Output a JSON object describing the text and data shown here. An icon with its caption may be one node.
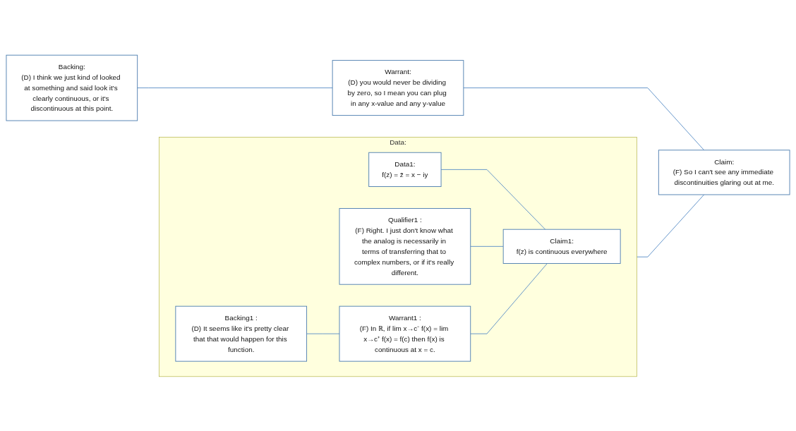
{
  "diagram": {
    "nodes": [
      {
        "text": [
          "Data:"
        ]
      },
      {
        "text": [
          "Qualifier1 :",
          "(F) Right. I just don't know what the analog is necessarily in terms of transferring that to complex numbers, or if it's really different."
        ],
        "in": 0
      },
      {
        "text": [
          "Data1:",
          "f(z) = z̄ = x − iy"
        ],
        "in": 0
      },
      {
        "text": [
          "Claim1:",
          "f(z) is continuous everywhere"
        ],
        "in": 0
      },
      {
        "text": [
          "Warrant1 :",
          "(F) In ℝ, if lim x→c⁻ f(x) = lim x→c⁺ f(x) = f(c) then f(x) is continuous at x = c."
        ],
        "in": 0
      },
      {
        "text": [
          "Backing1 :",
          "(D) It seems like it's pretty clear that that would happen for this function."
        ],
        "in": 0
      },
      {
        "text": [
          "Claim:",
          "(F) So I can't see any immediate discontinuities glaring out at me."
        ]
      },
      {
        "text": [
          "Warrant:",
          "(D) you would never be dividing by zero, so I mean you can plug in any x-value and any y-value"
        ]
      },
      {
        "text": [
          "Backing:",
          "(D) I think we just kind of looked at something and said look it's clearly continuous, or it's discontinuous at this point."
        ]
      }
    ],
    "edges": [
      {
        "from": 2,
        "to": 3,
        "arrow": "none"
      },
      {
        "from": 1,
        "to": 3,
        "arrow": "none"
      },
      {
        "from": 4,
        "to": 3,
        "arrow": "none"
      },
      {
        "from": 5,
        "to": 4,
        "arrow": "none"
      },
      {
        "from": 0,
        "to": 6,
        "arrow": "none"
      },
      {
        "from": 7,
        "to": 6,
        "arrow": "none"
      },
      {
        "from": 8,
        "to": 7,
        "arrow": "none"
      }
    ]
  }
}
